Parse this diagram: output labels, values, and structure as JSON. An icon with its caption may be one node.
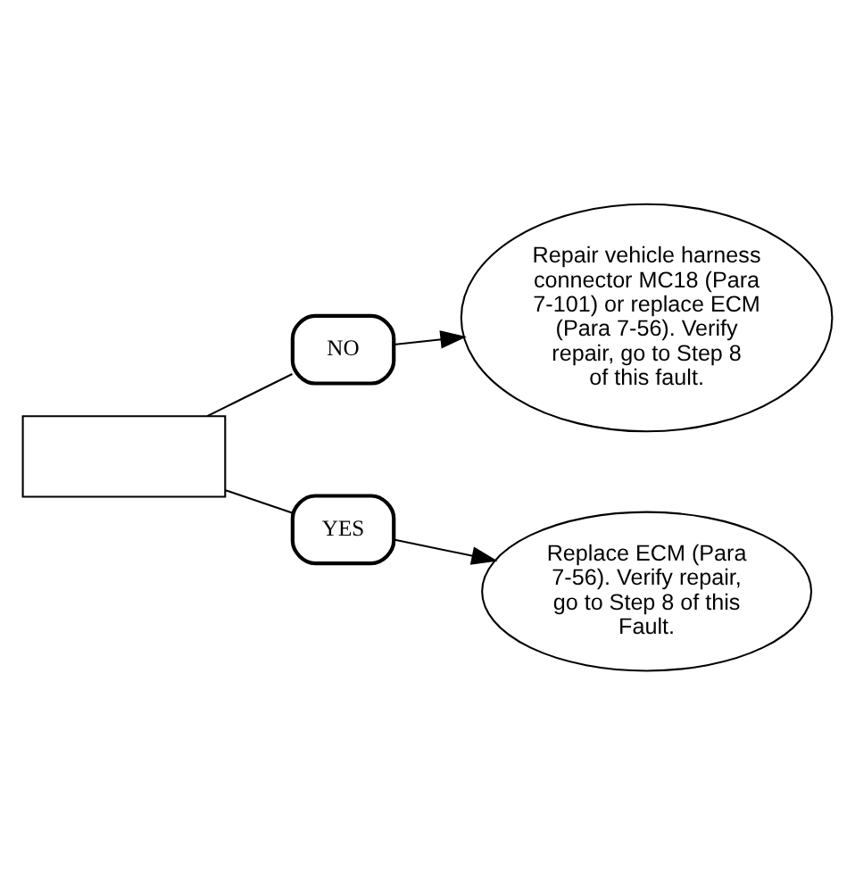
{
  "diagram": {
    "nodes": [
      {
        "text": [],
        "shape": "box"
      },
      {
        "text": [
          "NO"
        ]
      },
      {
        "text": [
          "Repair vehicle harness connector MC18 (Para 7-101) or replace ECM (Para 7-56). Verify repair, go to Step 8 of this fault."
        ]
      },
      {
        "text": [
          "YES"
        ]
      },
      {
        "text": [
          "Replace ECM (Para 7-56). Verify repair, go to Step 8 of this Fault."
        ]
      }
    ],
    "edges": [
      {
        "from": 0,
        "to": 1,
        "arrow": "none"
      },
      {
        "from": 1,
        "to": 2,
        "arrow": "to"
      },
      {
        "from": 0,
        "to": 3,
        "arrow": "none"
      },
      {
        "from": 3,
        "to": 4,
        "arrow": "to"
      }
    ]
  }
}
